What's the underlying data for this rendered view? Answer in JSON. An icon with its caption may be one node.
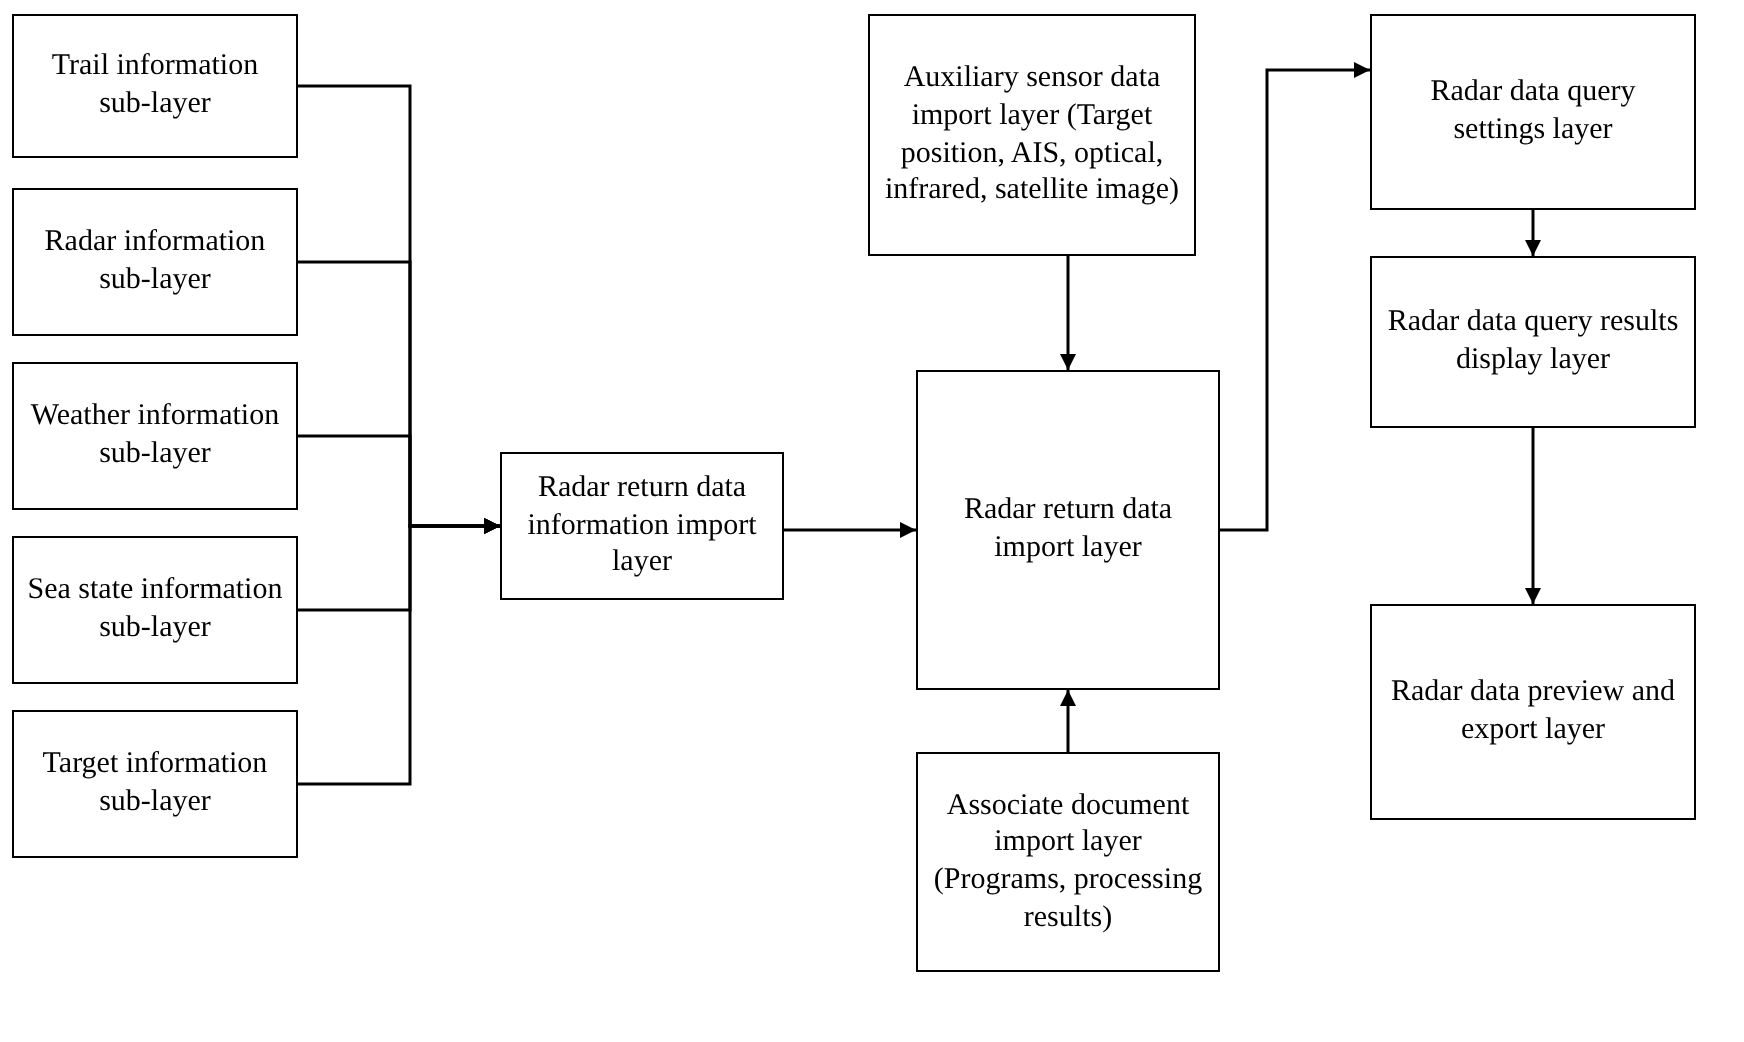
{
  "diagram": {
    "nodes": [
      {
        "text": [
          "Trail information sub-layer"
        ]
      },
      {
        "text": [
          "Radar information sub-layer"
        ]
      },
      {
        "text": [
          "Weather information sub-layer"
        ]
      },
      {
        "text": [
          "Sea state information sub-layer"
        ]
      },
      {
        "text": [
          "Target information sub-layer"
        ]
      },
      {
        "text": [
          "Radar return data information import layer"
        ]
      },
      {
        "text": [
          "Auxiliary sensor data import layer (Target position, AIS, optical, infrared, satellite image)"
        ]
      },
      {
        "text": [
          "Radar return data import layer"
        ]
      },
      {
        "text": [
          "Associate document import layer (Programs, processing results)"
        ]
      },
      {
        "text": [
          "Radar data query settings layer"
        ]
      },
      {
        "text": [
          "Radar data query results display layer"
        ]
      },
      {
        "text": [
          "Radar data preview and export layer"
        ]
      }
    ],
    "edges": [
      {
        "from": 0,
        "to": 5,
        "arrow": "to"
      },
      {
        "from": 1,
        "to": 5,
        "arrow": "to"
      },
      {
        "from": 2,
        "to": 5,
        "arrow": "to"
      },
      {
        "from": 3,
        "to": 5,
        "arrow": "to"
      },
      {
        "from": 4,
        "to": 5,
        "arrow": "to"
      },
      {
        "from": 5,
        "to": 7,
        "arrow": "to"
      },
      {
        "from": 6,
        "to": 7,
        "arrow": "to"
      },
      {
        "from": 8,
        "to": 7,
        "arrow": "to"
      },
      {
        "from": 7,
        "to": 9,
        "arrow": "to"
      },
      {
        "from": 9,
        "to": 10,
        "arrow": "to"
      },
      {
        "from": 10,
        "to": 11,
        "arrow": "to"
      }
    ]
  }
}
